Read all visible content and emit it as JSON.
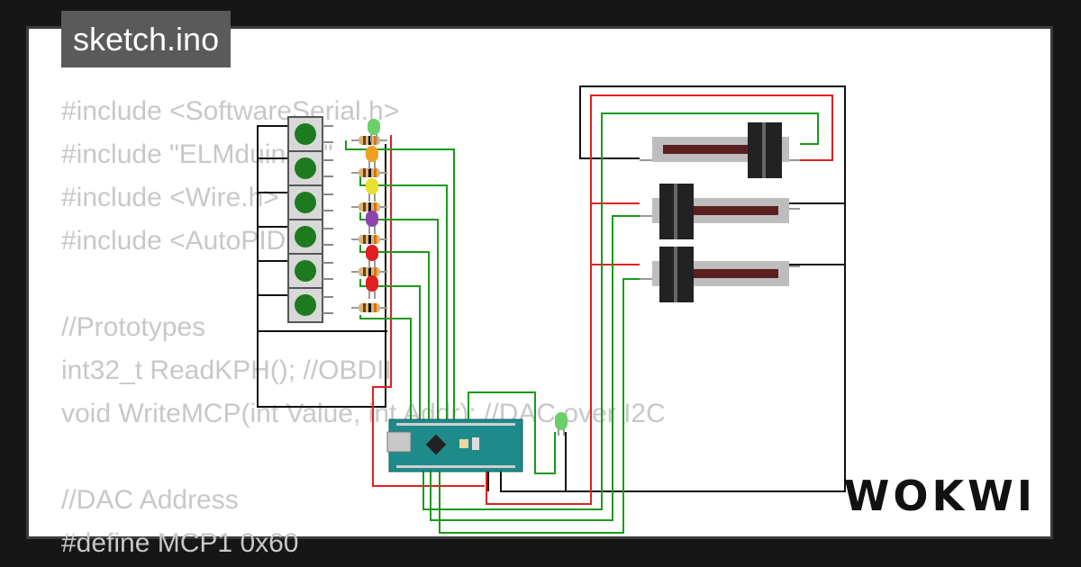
{
  "sketch_tab": {
    "filename": "sketch.ino"
  },
  "code": {
    "lines": [
      "#include <SoftwareSerial.h>",
      "#include \"ELMduino.h\"",
      "#include <Wire.h>",
      "#include <AutoPID.h>",
      "",
      "//Prototypes",
      "int32_t ReadKPH(); //OBDII",
      "void WriteMCP(int Value, int Addr); //DAC over I2C",
      "",
      "//DAC Address",
      "#define MCP1 0x60"
    ]
  },
  "brand": {
    "logo_text": "WOKWI"
  },
  "components": {
    "pushbuttons": 6,
    "led_colors": [
      "#6ad06a",
      "#f0a020",
      "#e8e030",
      "#8e44ad",
      "#e02020",
      "#e02020"
    ],
    "status_led_color": "#6ad06a",
    "slide_potentiometers": 3,
    "board": "Arduino Nano"
  },
  "colors": {
    "wire_green": "#1a9a1a",
    "wire_red": "#e02020",
    "wire_black": "#111111",
    "board_teal": "#1f8a8a",
    "button_green": "#1e7a1e"
  }
}
